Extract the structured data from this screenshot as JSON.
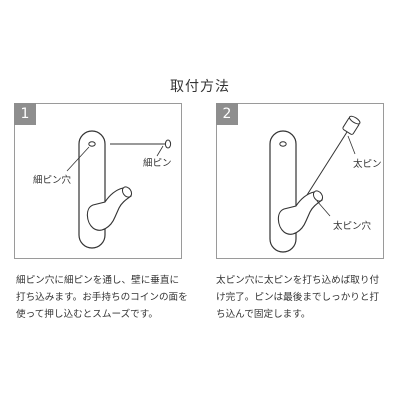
{
  "title": "取付方法",
  "steps": [
    {
      "number": "1",
      "labels": {
        "thin_pin": "細ピン",
        "thin_pin_hole": "細ピン穴"
      },
      "description": "細ピン穴に細ピンを通し、壁に垂直に打ち込みます。お手持ちのコインの面を使って押し込むとスムーズです。"
    },
    {
      "number": "2",
      "labels": {
        "thick_pin": "太ピン",
        "thick_pin_hole": "太ピン穴"
      },
      "description": "太ピン穴に太ピンを打ち込めば取り付け完了。ピンは最後までしっかりと打ち込んで固定します。"
    }
  ]
}
